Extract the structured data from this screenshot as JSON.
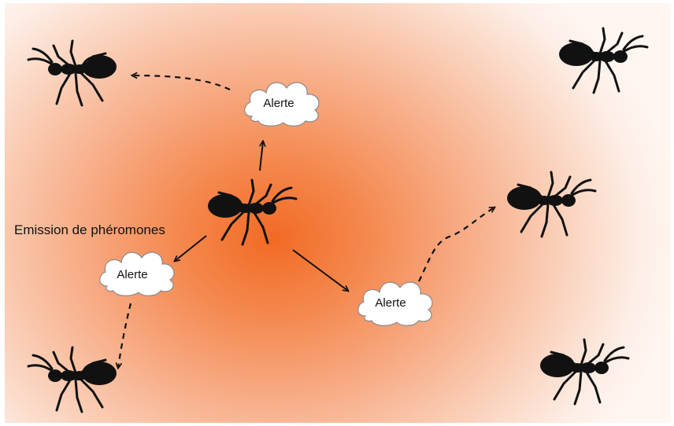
{
  "caption": "Emission de phéromones",
  "cloud_label": "Alerte",
  "colors": {
    "center_glow": "#f26a24",
    "edge_glow": "#fff6f1",
    "ant": "#111111",
    "cloud_fill": "#ffffff",
    "cloud_outline": "#8a8a8a",
    "arrow": "#111111"
  },
  "icons": [
    "ant-icon",
    "cloud-icon",
    "solid-arrow",
    "dashed-arrow"
  ]
}
